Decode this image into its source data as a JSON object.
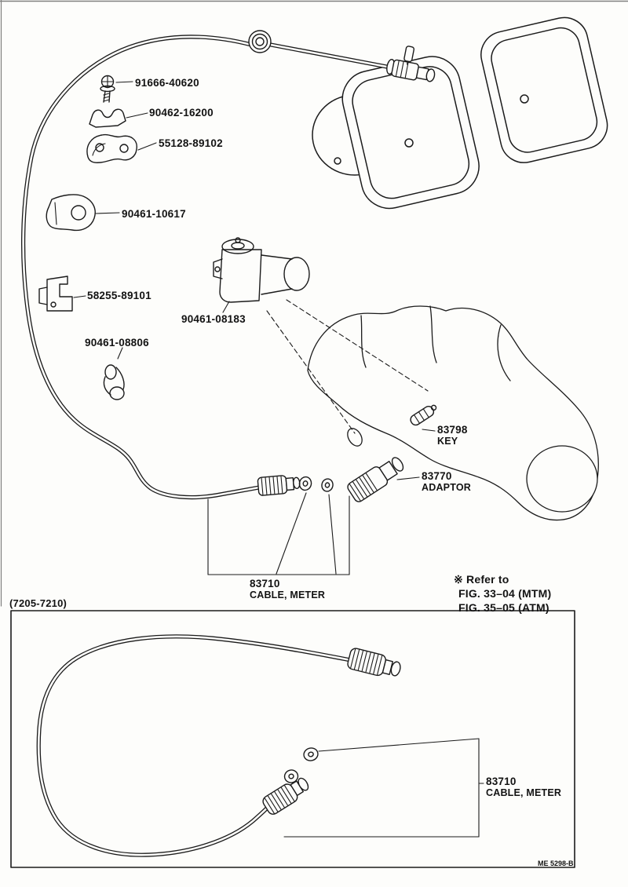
{
  "page": {
    "doc_code": "ME 5298-B"
  },
  "parts": [
    {
      "number": "91666-40620"
    },
    {
      "number": "90462-16200"
    },
    {
      "number": "55128-89102"
    },
    {
      "number": "90461-10617"
    },
    {
      "number": "58255-89101"
    },
    {
      "number": "90461-08183"
    },
    {
      "number": "90461-08806"
    },
    {
      "number": "83798",
      "name": "KEY"
    },
    {
      "number": "83770",
      "name": "ADAPTOR"
    },
    {
      "number": "83710",
      "name": "CABLE, METER"
    }
  ],
  "note": {
    "line1": "※ Refer to",
    "line2": "FIG. 33–04 (MTM)",
    "line3": "FIG. 35–05 (ATM)"
  },
  "inset": {
    "caption": "(7205-7210)",
    "part": {
      "number": "83710",
      "name": "CABLE, METER"
    }
  }
}
